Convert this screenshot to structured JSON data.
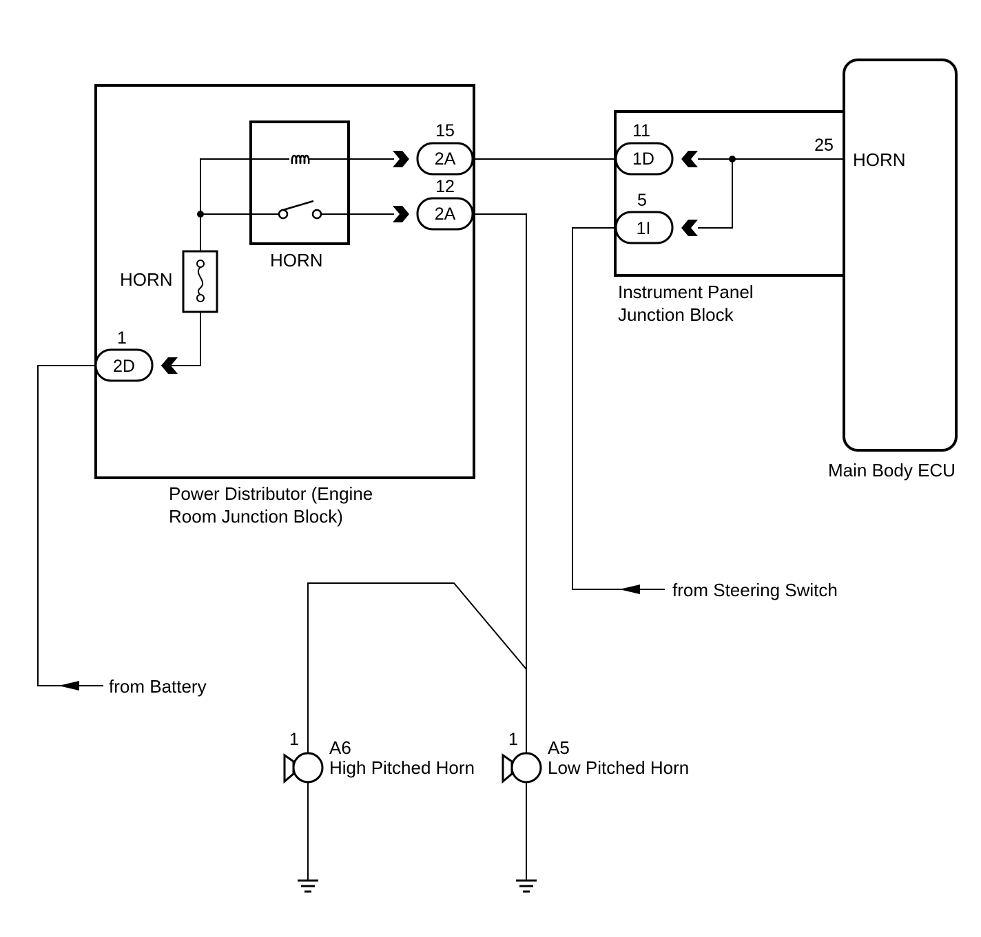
{
  "power_distributor": {
    "label_line1": "Power Distributor (Engine",
    "label_line2": "Room Junction Block)",
    "fuse_label": "HORN",
    "relay_label": "HORN",
    "connectors": [
      {
        "name": "2A",
        "pin": "15"
      },
      {
        "name": "2A",
        "pin": "12"
      },
      {
        "name": "2D",
        "pin": "1"
      }
    ]
  },
  "instrument_panel": {
    "label_line1": "Instrument Panel",
    "label_line2": "Junction Block",
    "connectors": [
      {
        "name": "1D",
        "pin": "11"
      },
      {
        "name": "1I",
        "pin": "5"
      }
    ]
  },
  "ecu": {
    "label": "Main Body ECU",
    "terminal": "HORN",
    "pin": "25"
  },
  "sources": {
    "battery": "from Battery",
    "steering": "from Steering Switch"
  },
  "horns": [
    {
      "pin": "1",
      "code": "A6",
      "name": "High Pitched Horn"
    },
    {
      "pin": "1",
      "code": "A5",
      "name": "Low Pitched Horn"
    }
  ]
}
